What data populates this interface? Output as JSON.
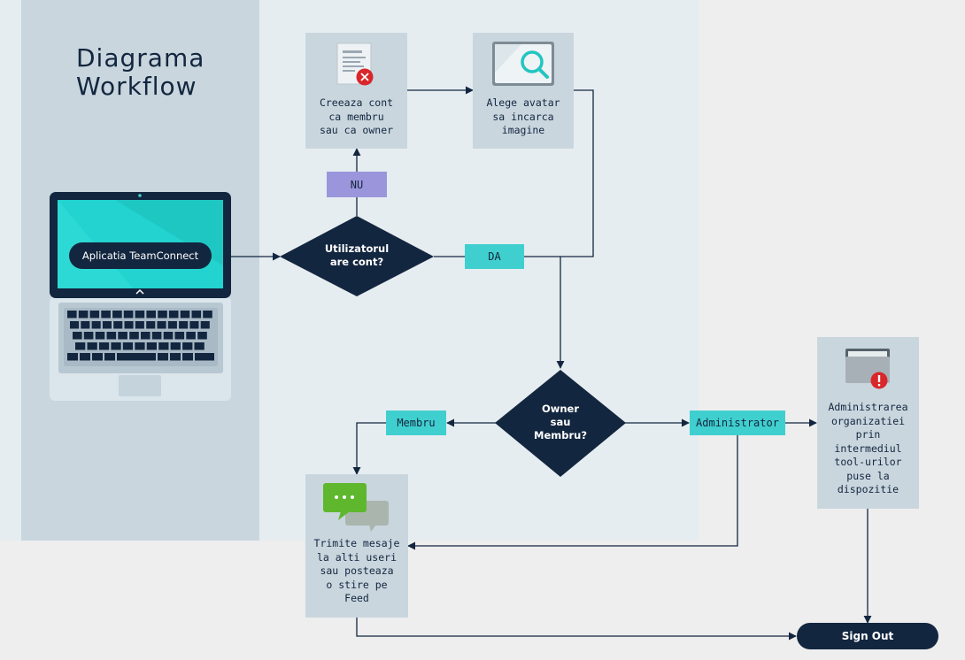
{
  "diagram": {
    "title": "Diagrama\nWorkflow",
    "app_label": "Aplicatia TeamConnect",
    "decision_account": "Utilizatorul\nare cont?",
    "decision_role": "Owner\nsau\nMembru?",
    "card_create": "Creeaza cont\nca membru\nsau ca owner",
    "card_avatar": "Alege avatar\nsa incarca\nimagine",
    "card_messages": "Trimite mesaje\nla alti useri\nsau posteaza\no stire pe\nFeed",
    "card_admin": "Administrarea\norganizatiei\nprin\nintermediul\ntool-urilor\npuse la\ndispozitie",
    "tag_no": "NU",
    "tag_yes": "DA",
    "tag_member": "Membru",
    "tag_admin": "Administrator",
    "end_label": "Sign Out"
  },
  "icons": {
    "document": "document-error-icon",
    "search": "search-window-icon",
    "chat": "chat-bubbles-icon",
    "folder": "folder-alert-icon",
    "laptop": "laptop-icon"
  },
  "colors": {
    "navy": "#13263f",
    "cyan": "#40cfcf",
    "purple": "#9b96dc",
    "card": "#c9d6de",
    "panel": "#e6edf1"
  }
}
